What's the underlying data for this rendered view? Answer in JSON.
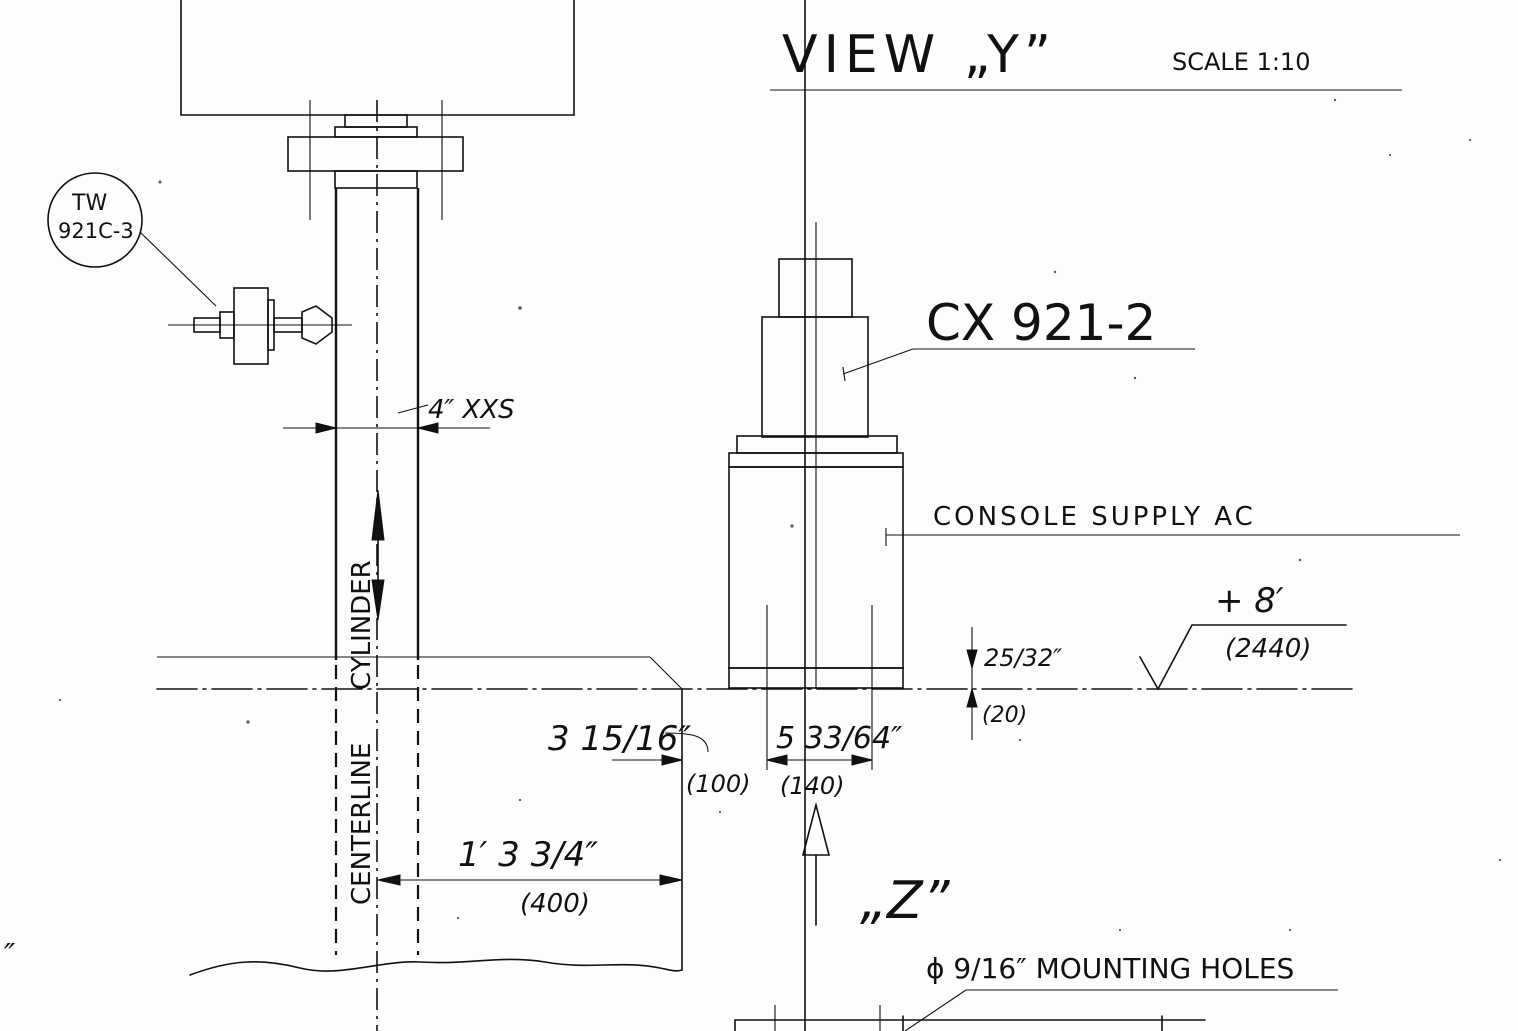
{
  "view_title": "VIEW „Y”",
  "scale": "SCALE 1:10",
  "balloon": {
    "line1": "TW",
    "line2": "921C-3"
  },
  "labels": {
    "part_number": "CX 921-2",
    "console": "CONSOLE  SUPPLY  AC",
    "cylinder_centerline_part1": "CENTERLINE",
    "cylinder_centerline_part2": "CYLINDER",
    "pipe": "4″ XXS",
    "view_z": "„Z”",
    "mounting_holes": "ϕ 9/16″ MOUNTING HOLES",
    "stray_mark": "″"
  },
  "dimensions": {
    "dim_3_15_16": "3 15/16″",
    "dim_100": "(100)",
    "dim_5_33_64": "5 33/64″",
    "dim_140": "(140)",
    "dim_25_32": "25/32″",
    "dim_20": "(20)",
    "dim_1_3_3_4": "1′ 3 3/4″",
    "dim_400": "(400)",
    "elevation": "+ 8′",
    "elevation_mm": "(2440)"
  }
}
